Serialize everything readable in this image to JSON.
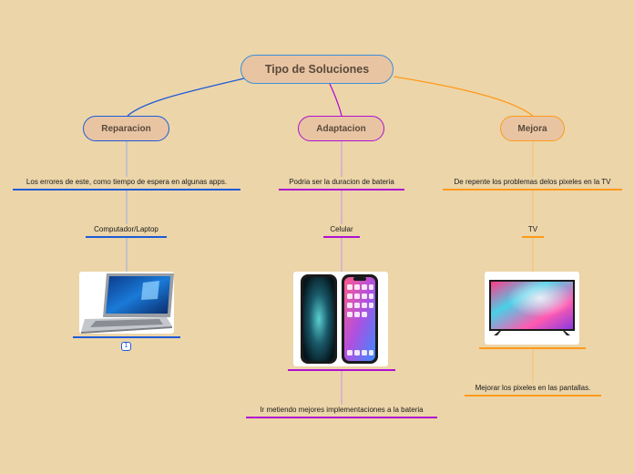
{
  "colors": {
    "background": "#ecd5a9",
    "node_fill": "#e8c4a3",
    "blue": "#1e5bd8",
    "purple": "#b010d0",
    "orange": "#ff9a1a",
    "root_border": "#3a8fd8"
  },
  "root": {
    "label": "Tipo de Soluciones"
  },
  "branches": {
    "reparacion": {
      "label": "Reparacion",
      "item1": "Los errores de este, como tiempo de espera en algunas apps.",
      "item2": "Computador/Laptop",
      "image_icon": "laptop-icon",
      "badge": "1"
    },
    "adaptacion": {
      "label": "Adaptacion",
      "item1": "Podria ser la duracion de bateria",
      "item2": "Celular",
      "image_icon": "smartphone-icon",
      "item3": "Ir metiendo mejores implementaciones a la bateria"
    },
    "mejora": {
      "label": "Mejora",
      "item1": "De repente los problemas delos pixeles en la TV",
      "item2": "TV",
      "image_icon": "television-icon",
      "item3": "Mejorar los pixeles en las pantallas."
    }
  }
}
